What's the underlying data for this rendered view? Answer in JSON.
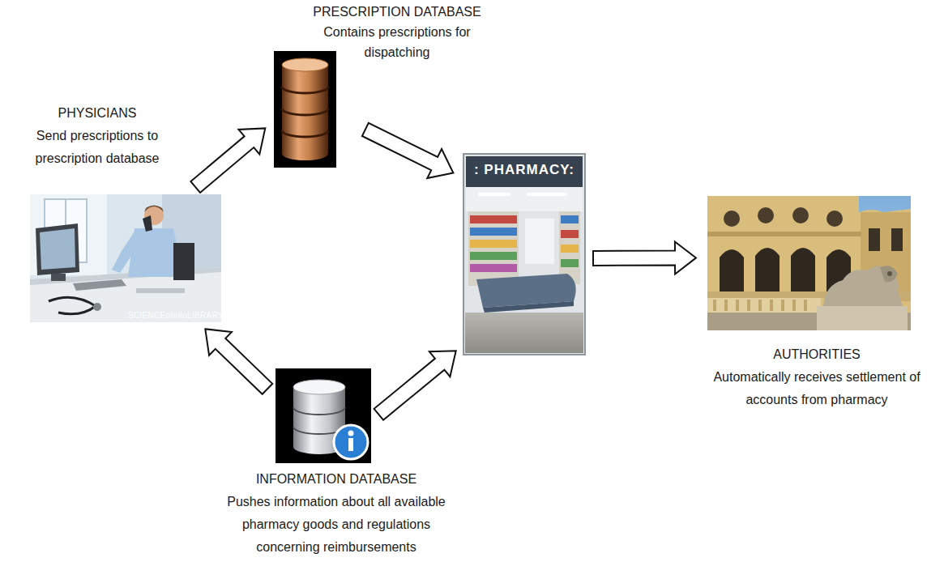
{
  "diagram": {
    "nodes": [
      {
        "text": [
          "PHYSICIANS",
          "Send prescriptions to prescription database"
        ]
      },
      {
        "text": [
          "PRESCRIPTION DATABASE",
          "Contains prescriptions for dispatching"
        ]
      },
      {
        "text": [
          ": PHARMACY:"
        ]
      },
      {
        "text": [
          "INFORMATION DATABASE",
          "Pushes information about all available pharmacy goods and regulations concerning reimbursements"
        ]
      },
      {
        "text": [
          "AUTHORITIES",
          "Automatically receives settlement of accounts from pharmacy"
        ]
      }
    ],
    "edges": [
      {
        "from": 0,
        "to": 1,
        "arrow": "to"
      },
      {
        "from": 1,
        "to": 2,
        "arrow": "to"
      },
      {
        "from": 3,
        "to": 0,
        "arrow": "to"
      },
      {
        "from": 3,
        "to": 2,
        "arrow": "to"
      },
      {
        "from": 2,
        "to": 4,
        "arrow": "to"
      }
    ],
    "labels": [
      "SCIENCEphotoLIBRARY"
    ]
  }
}
